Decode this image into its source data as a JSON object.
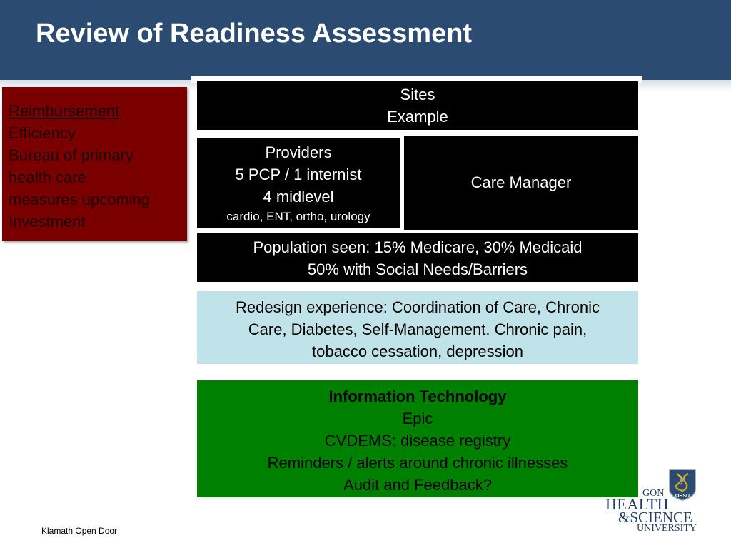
{
  "header": {
    "title": "Review of Readiness Assessment",
    "background_color": "#2b4b72"
  },
  "sidebar_box": {
    "background_color": "#7a0000",
    "lines": [
      "Reimbursement",
      "Efficiency",
      "Bureau  of primary",
      "health care",
      "measures upcoming",
      "Investment"
    ]
  },
  "sites": {
    "lines": [
      "Sites",
      "Example"
    ]
  },
  "providers": {
    "lines": [
      "Providers",
      "5 PCP / 1 internist",
      "4 midlevel"
    ],
    "specialties": "cardio, ENT, ortho, urology"
  },
  "care_manager": {
    "label": "Care Manager"
  },
  "population": {
    "lines": [
      "Population seen: 15% Medicare, 30% Medicaid",
      "50% with Social Needs/Barriers"
    ]
  },
  "redesign": {
    "background_color": "#bfe3e8",
    "lines": [
      "Redesign experience: Coordination of Care, Chronic",
      "Care, Diabetes, Self-Management.  Chronic pain,",
      "tobacco cessation, depression"
    ]
  },
  "information_technology": {
    "background_color": "#008000",
    "heading": "Information Technology",
    "lines": [
      "Epic",
      "CVDEMS: disease registry",
      "Reminders / alerts around chronic illnesses",
      "Audit and Feedback?"
    ]
  },
  "footer": {
    "text": "Klamath Open Door"
  },
  "logo": {
    "icon": "ohsu-shield-icon",
    "shield_text": "OHSU",
    "line1": "GON",
    "line2": "HEALTH",
    "line3": "&SCIENCE",
    "line4": "UNIVERSITY"
  }
}
